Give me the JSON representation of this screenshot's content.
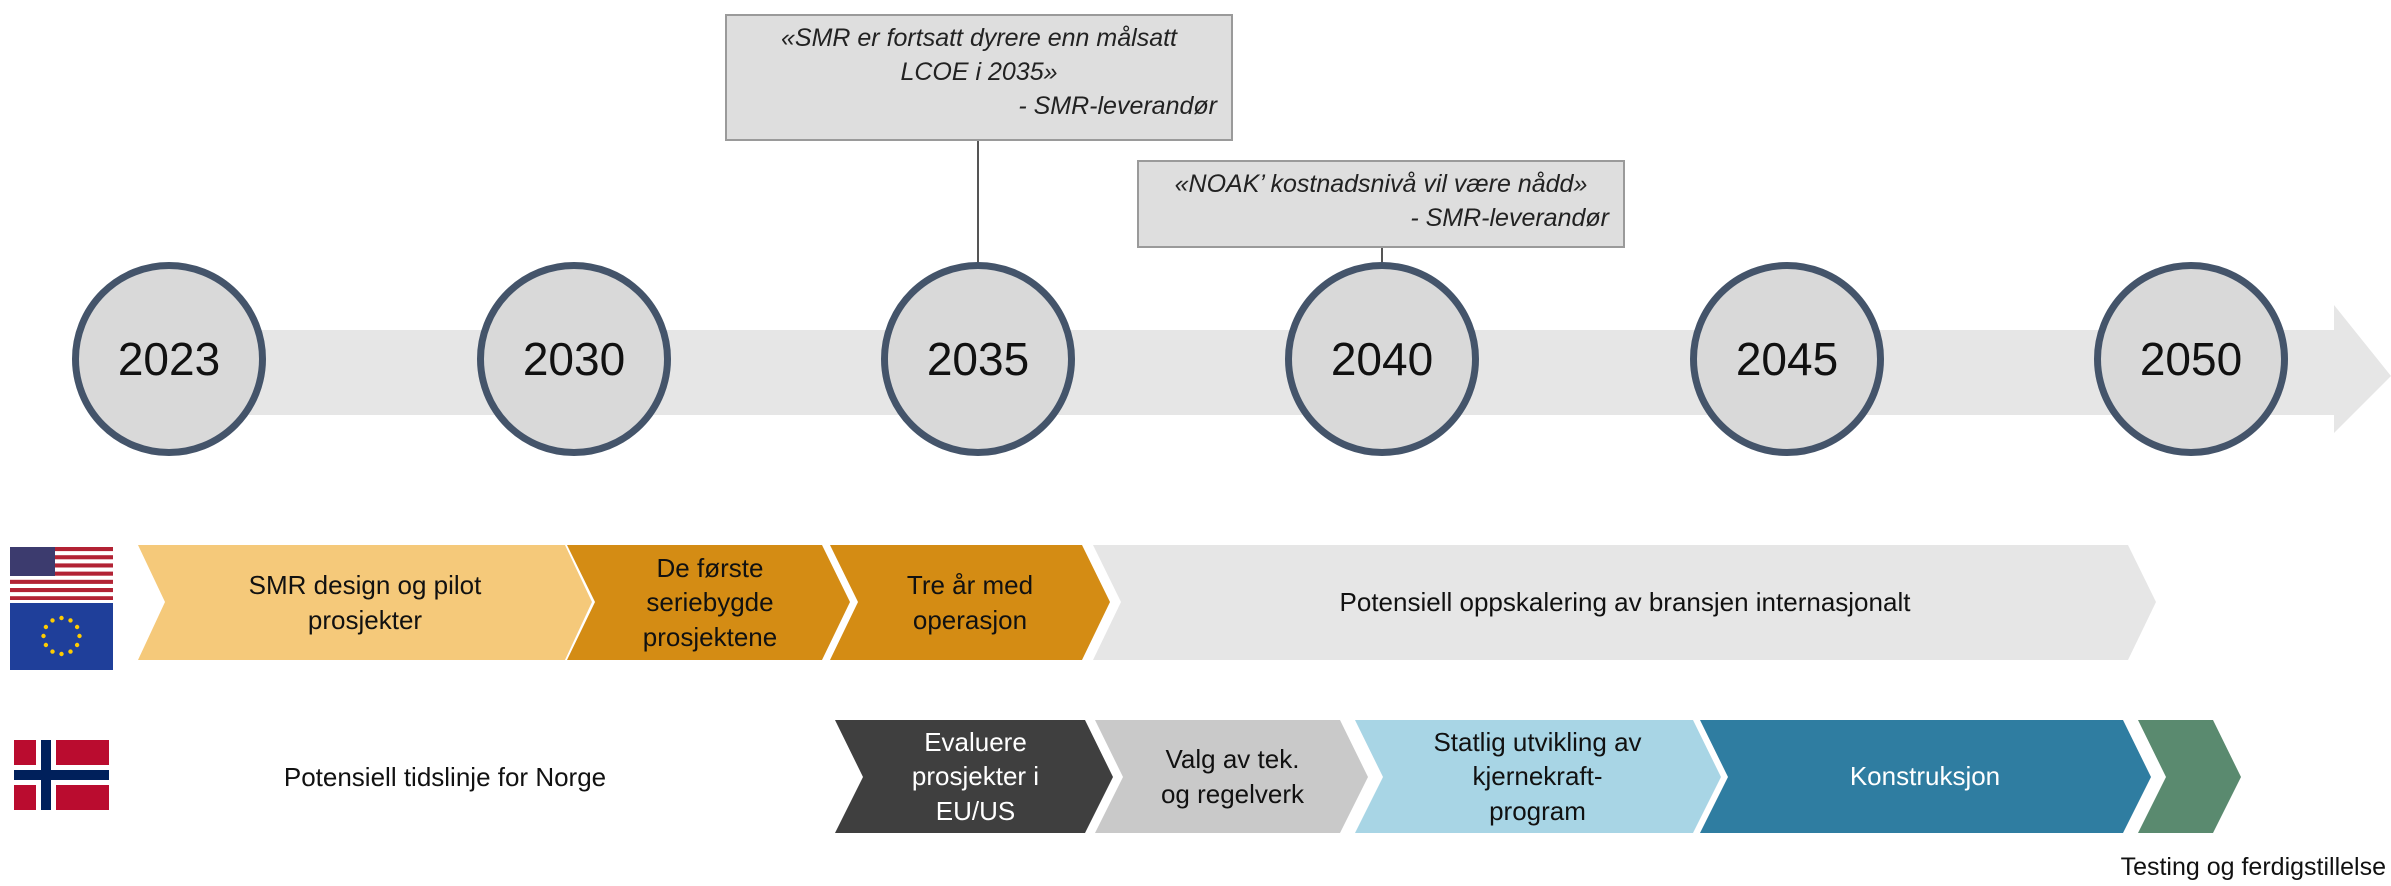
{
  "timeline": {
    "years": [
      "2023",
      "2030",
      "2035",
      "2040",
      "2045",
      "2050"
    ]
  },
  "quotes": [
    {
      "text": "«SMR er fortsatt dyrere enn målsatt\nLCOE i 2035»",
      "source": "- SMR-leverandør",
      "year": "2035"
    },
    {
      "text": "«NOAK’ kostnadsnivå vil være nådd»",
      "source": "- SMR-leverandør",
      "year": "2040"
    }
  ],
  "international": {
    "flags": [
      "usa-flag",
      "eu-flag"
    ],
    "phases": [
      {
        "label": "SMR design og pilot\nprosjekter",
        "color": "#f5c97a"
      },
      {
        "label": "De første\nseriebygde\nprosjektene",
        "color": "#d48c14"
      },
      {
        "label": "Tre år med\noperasjon",
        "color": "#d48c14"
      },
      {
        "label": "Potensiell oppskalering av bransjen internasjonalt",
        "color": "#e6e6e6"
      }
    ]
  },
  "norway": {
    "flag": "norway-flag",
    "label": "Potensiell tidslinje for Norge",
    "phases": [
      {
        "label": "Evaluere\nprosjekter i\nEU/US",
        "color": "#3f3f3f"
      },
      {
        "label": "Valg av tek.\nog regelverk",
        "color": "#c9c9c9"
      },
      {
        "label": "Statlig utvikling av\nkjernekraft-\nprogram",
        "color": "#a8d5e5"
      },
      {
        "label": "Konstruksjon",
        "color": "#2f7da1"
      },
      {
        "label": "",
        "color": "#5a8a6f"
      }
    ],
    "final_label": "Testing og ferdigstillelse"
  }
}
